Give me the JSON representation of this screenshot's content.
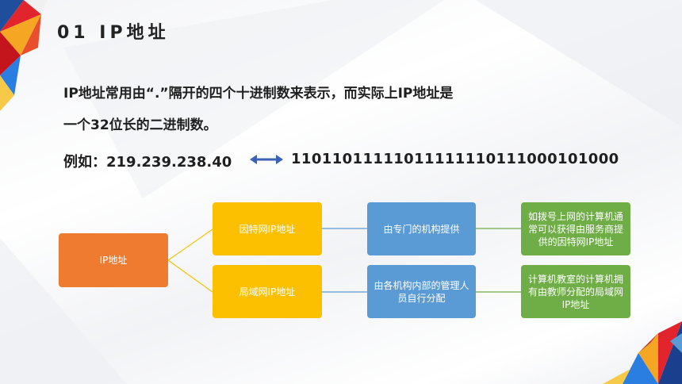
{
  "heading": {
    "title": "01 IP地址"
  },
  "content": {
    "line1": "IP地址常用由“.”隔开的四个十进制数来表示，而实际上IP地址是",
    "line2": "一个32位长的二进制数。",
    "example_prefix": "例如：219.239.238.40",
    "example_binary": "11011011111011111110111000101000"
  },
  "diagram": {
    "root": "IP地址",
    "branch1": "因特网IP地址",
    "branch2": "局域网IP地址",
    "mid1": "由专门的机构提供",
    "mid2": "由各机构内部的管理人员自行分配",
    "leaf1": "如拨号上网的计算机通常可以获得由服务商提供的因特网IP地址",
    "leaf2": "计算机教室的计算机拥有由教师分配的局域网IP地址"
  },
  "colors": {
    "root": "#ee7b2f",
    "branch": "#fdc000",
    "mid": "#5b9bd5",
    "leaf": "#6fad47",
    "arrow": "#3a62b5"
  }
}
